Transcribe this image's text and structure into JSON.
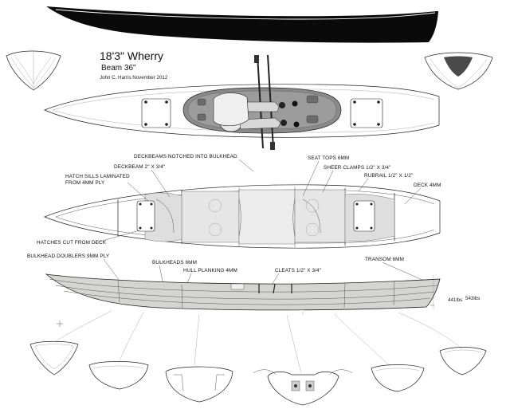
{
  "title": {
    "name": "18'3\" Wherry",
    "beam": "Beam 36\"",
    "author": "John C. Harris November 2012"
  },
  "labels": {
    "deckbeams_notched": "DECKBEAMS NOTCHED INTO BULKHEAD",
    "deckbeam": "DECKBEAM 2\" X 3/4\"",
    "hatch_sills_1": "HATCH SILLS LAMINATED",
    "hatch_sills_2": "FROM 4MM PLY",
    "seat_tops": "SEAT TOPS 6MM",
    "sheer_clamps": "SHEER CLAMPS 1/2\" X 3/4\"",
    "rubrail": "RUBRAIL 1/2\" X 1/2\"",
    "deck": "DECK 4MM",
    "hatches_cut": "HATCHES CUT FROM DECK",
    "bulkhead_doublers": "BULKHEAD DOUBLERS 9MM PLY",
    "bulkheads": "BULKHEADS 6MM",
    "hull_planking": "HULL PLANKING 4MM",
    "cleats": "CLEATS 1/2\" X 3/4\"",
    "transom": "TRANSOM 6MM",
    "weight_1": "441lbs",
    "weight_2": "543lbs"
  }
}
